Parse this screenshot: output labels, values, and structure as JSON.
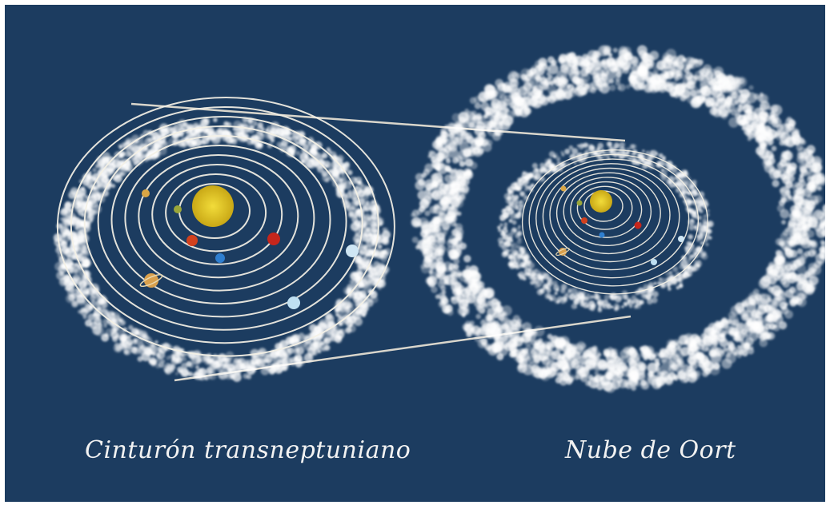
{
  "captions": {
    "kuiper": "Cinturón transneptuniano",
    "oort": "Nube de Oort"
  },
  "colors": {
    "background": "#1c3c60",
    "cloud": "#ffffff",
    "orbit": "#f4f1e6",
    "sun": "#e3c624",
    "caption": "#f2f2f2"
  },
  "icons": [
    "sun-icon",
    "planet-icon",
    "ringed-planet-icon",
    "cloud-ring"
  ]
}
